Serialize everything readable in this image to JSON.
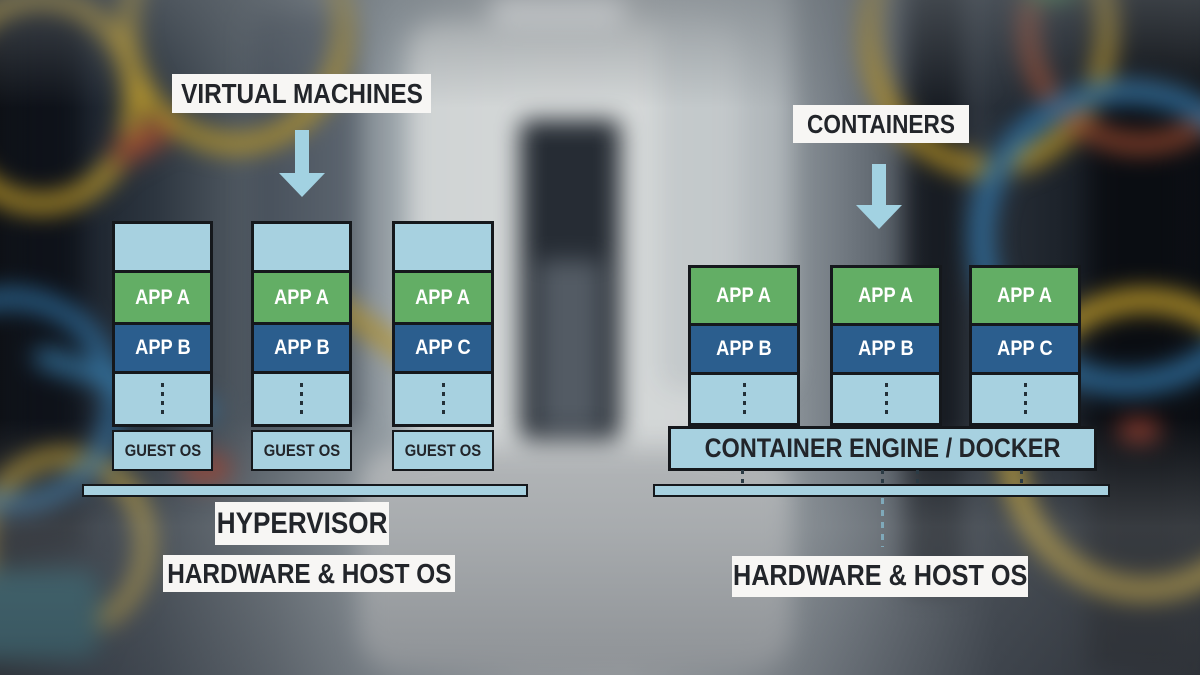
{
  "palette": {
    "light_blue": "#a7d1e0",
    "green": "#63ae65",
    "dark_blue": "#2b5e8e",
    "box_border": "#15181c",
    "label_bg": "#f7f6f4",
    "label_text": "#22252a",
    "arrow_blue": "#a2d2e2"
  },
  "icons": {
    "vm_arrow": "down-arrow",
    "containers_arrow": "down-arrow",
    "stack_more": "vertical-ellipsis"
  },
  "vm_section": {
    "title": "VIRTUAL MACHINES",
    "stacks": [
      {
        "apps": [
          "APP A",
          "APP B"
        ],
        "guest_os": "GUEST OS"
      },
      {
        "apps": [
          "APP A",
          "APP B"
        ],
        "guest_os": "GUEST OS"
      },
      {
        "apps": [
          "APP A",
          "APP C"
        ],
        "guest_os": "GUEST OS"
      }
    ],
    "hypervisor": "HYPERVISOR",
    "hardware": "HARDWARE & HOST OS"
  },
  "containers_section": {
    "title": "CONTAINERS",
    "stacks": [
      {
        "apps": [
          "APP A",
          "APP B"
        ]
      },
      {
        "apps": [
          "APP A",
          "APP B"
        ]
      },
      {
        "apps": [
          "APP A",
          "APP C"
        ]
      }
    ],
    "engine": "CONTAINER ENGINE / DOCKER",
    "hardware": "HARDWARE & HOST OS"
  }
}
